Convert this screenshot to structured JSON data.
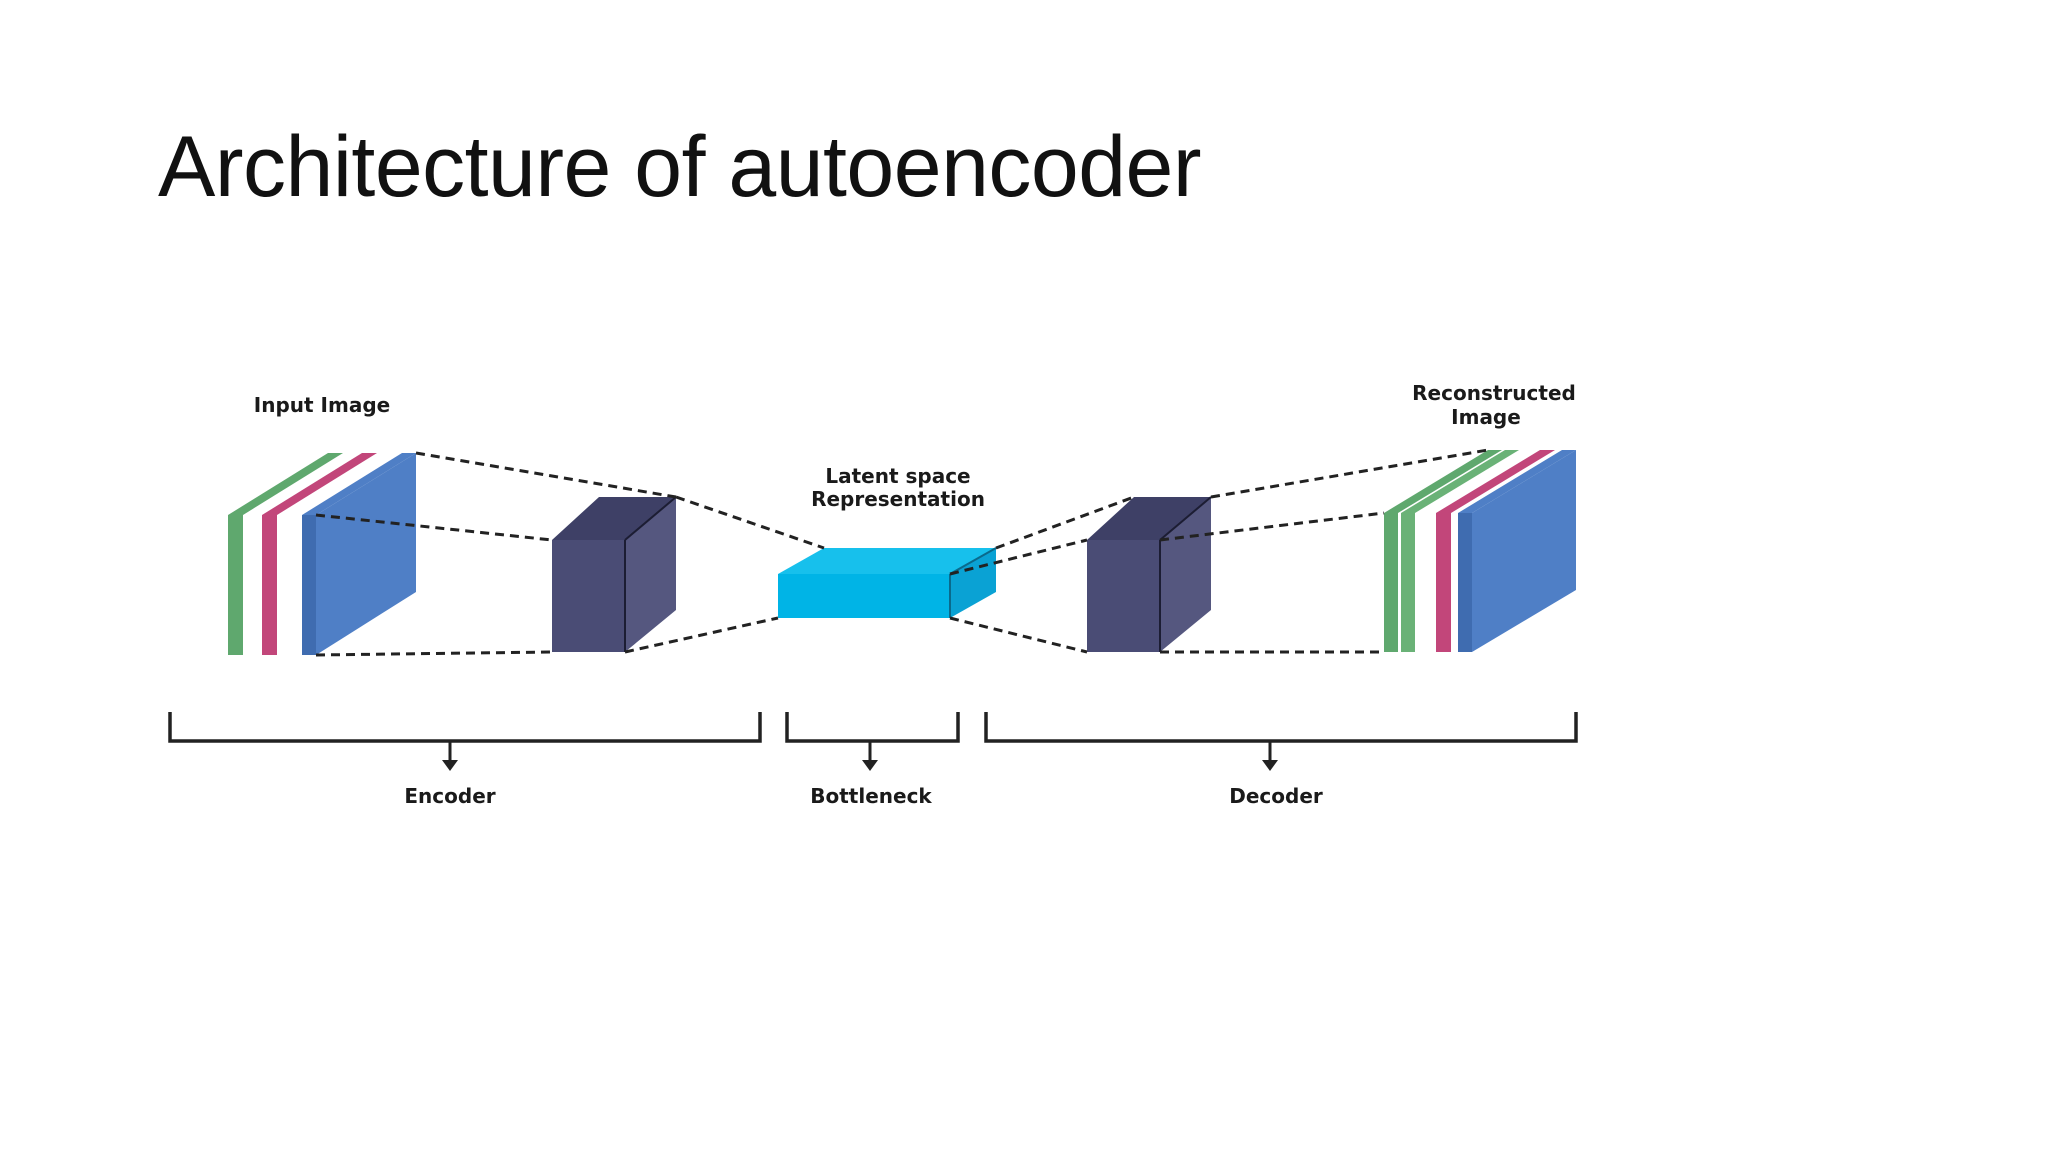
{
  "slide": {
    "title": "Architecture of autoencoder"
  },
  "diagram": {
    "labels": {
      "input": "Input Image",
      "latent_line1": "Latent space",
      "latent_line2": "Representation",
      "reconstructed_line1": "Reconstructed",
      "reconstructed_line2": "Image",
      "encoder": "Encoder",
      "bottleneck": "Bottleneck",
      "decoder": "Decoder"
    },
    "colors": {
      "channel_green": "#5fa86e",
      "channel_magenta": "#c2467a",
      "channel_blue": "#4f7fc6",
      "hidden_layer": "#4a4c75",
      "latent": "#00b4e6"
    }
  }
}
